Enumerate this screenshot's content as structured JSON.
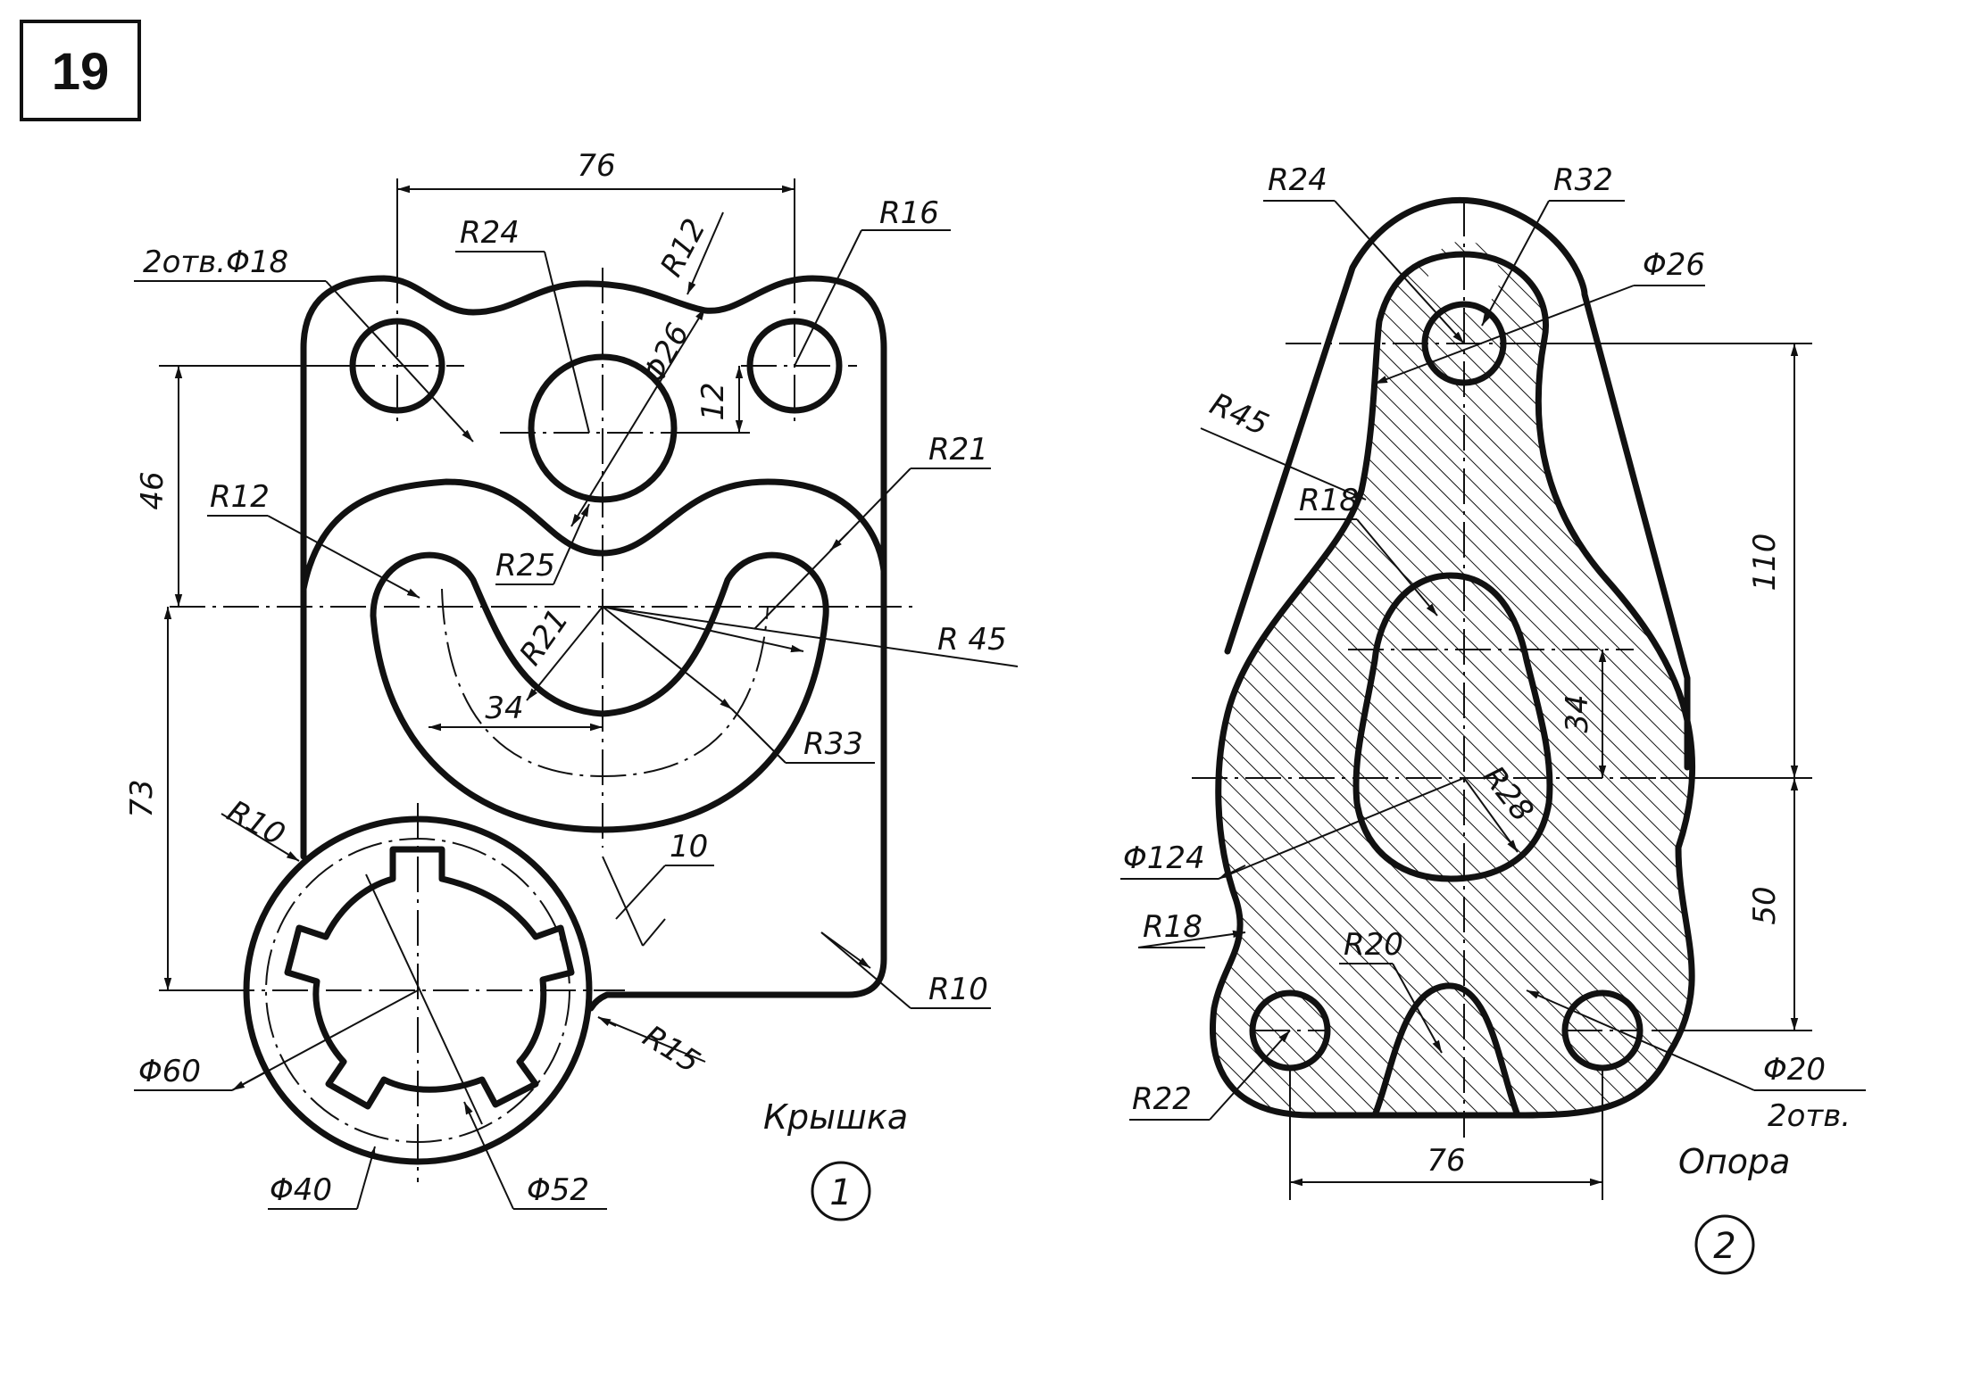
{
  "sheet_number": "19",
  "part1": {
    "title": "Крышка",
    "number": "1",
    "dims": {
      "width_top": "76",
      "holes": "2отв.Φ18",
      "r24": "R24",
      "r12_top": "R12",
      "r16": "R16",
      "d26": "Φ26",
      "offset12": "12",
      "h46": "46",
      "r21_right": "R21",
      "r12_left": "R12",
      "r25": "R25",
      "r21_inner": "R21",
      "r45": "R 45",
      "w34": "34",
      "r33": "R33",
      "h73": "73",
      "r10_left": "R10",
      "w10": "10",
      "r10_right": "R10",
      "r15": "R15",
      "d60": "Φ60",
      "d40": "Φ40",
      "d52": "Φ52"
    }
  },
  "part2": {
    "title": "Опора",
    "number": "2",
    "dims": {
      "r24": "R24",
      "r32": "R32",
      "d26": "Φ26",
      "r45": "R45",
      "r18_upper": "R18",
      "h110": "110",
      "h34": "34",
      "r28": "R28",
      "d124": "Φ124",
      "r18_lower": "R18",
      "r20": "R20",
      "h50": "50",
      "d20": "Φ20",
      "holes": "2отв.",
      "r22": "R22",
      "w76": "76"
    }
  }
}
